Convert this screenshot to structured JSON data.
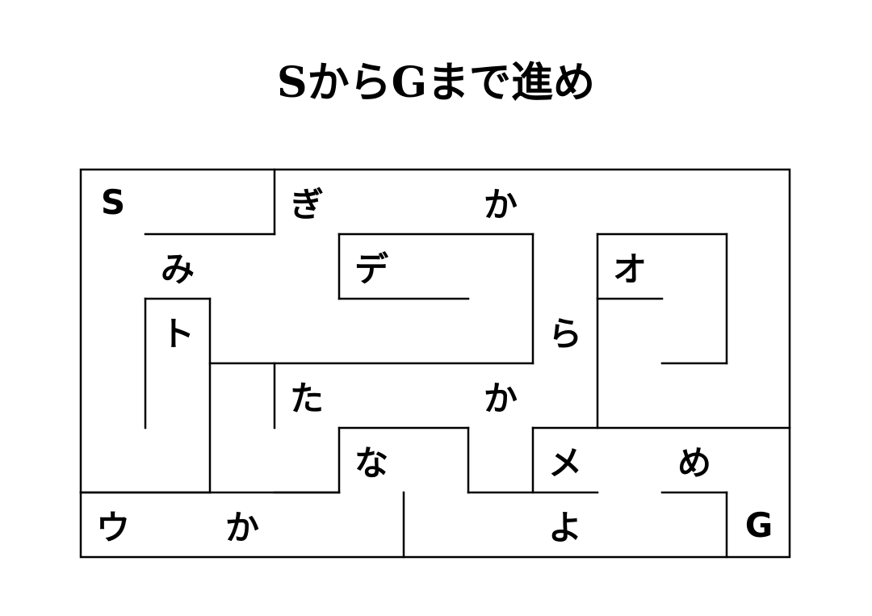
{
  "title": "SからGまで進め",
  "maze": {
    "start_label": "S",
    "goal_label": "G",
    "rows": [
      [
        "S",
        "",
        "",
        "ぎ",
        "",
        "",
        "か",
        "",
        "",
        "",
        ""
      ],
      [
        "",
        "み",
        "",
        "",
        "デ",
        "",
        "",
        "",
        "オ",
        "",
        ""
      ],
      [
        "",
        "ト",
        "",
        "",
        "",
        "",
        "",
        "ら",
        "",
        "",
        ""
      ],
      [
        "",
        "",
        "",
        "た",
        "",
        "",
        "か",
        "",
        "",
        "",
        ""
      ],
      [
        "",
        "",
        "",
        "",
        "な",
        "",
        "",
        "メ",
        "",
        "め",
        ""
      ],
      [
        "ウ",
        "",
        "か",
        "",
        "",
        "",
        "",
        "よ",
        "",
        "",
        "G"
      ]
    ]
  }
}
